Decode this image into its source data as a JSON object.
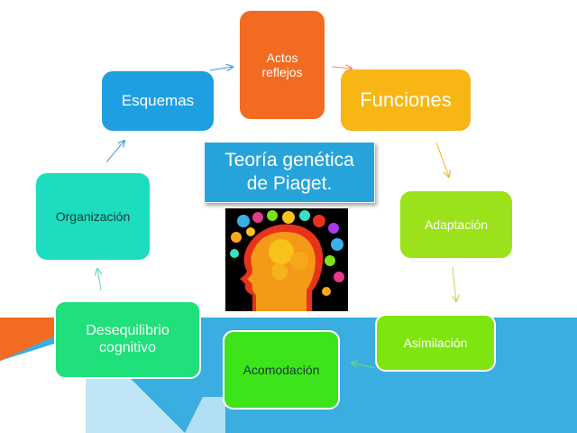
{
  "colors": {
    "background": "#ffffff",
    "band_blue": "#3aaee0",
    "corner_orange": "#f26b21",
    "title_blue": "#27a3db"
  },
  "title": "Teoría genética\nde Piaget.",
  "brain_image_icon": "head-with-brain-gears-icon",
  "nodes": [
    {
      "id": "actos-reflejos",
      "label": "Actos\nreflejos",
      "color": "#f26b21"
    },
    {
      "id": "funciones",
      "label": "Funciones",
      "color": "#f7b614"
    },
    {
      "id": "adaptacion",
      "label": "Adaptación",
      "color": "#9be21a"
    },
    {
      "id": "asimilacion",
      "label": "Asimilación",
      "color": "#7ee60e"
    },
    {
      "id": "acomodacion",
      "label": "Acomodación",
      "color": "#3ee41a"
    },
    {
      "id": "desequilibrio",
      "label": "Desequilibrio\ncognitivo",
      "color": "#1fe07a"
    },
    {
      "id": "organizacion",
      "label": "Organización",
      "color": "#1dddc0"
    },
    {
      "id": "esquemas",
      "label": "Esquemas",
      "color": "#1e9fe2"
    }
  ]
}
